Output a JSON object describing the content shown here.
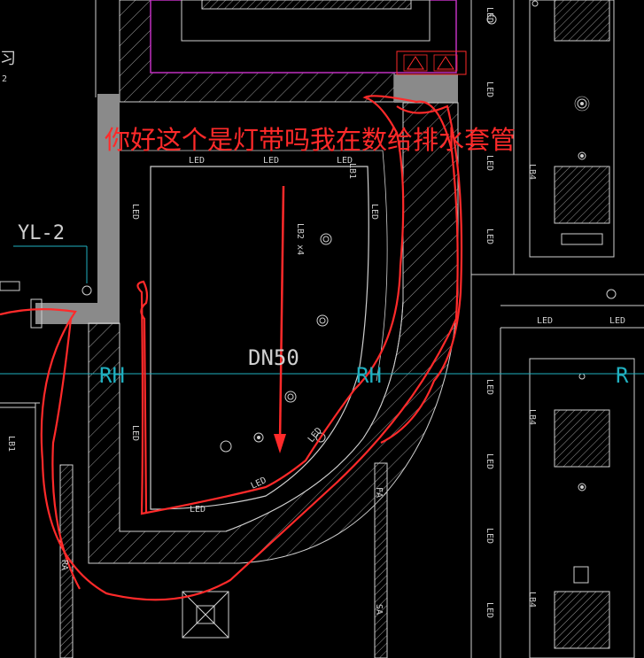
{
  "colors": {
    "background": "#000000",
    "line": "#cfcfcf",
    "wall_fill": "#8a8a8a",
    "magenta": "#c030c0",
    "axis_cyan": "#20b0c0",
    "annotation_red": "#ff2a2a"
  },
  "annotation": {
    "question": "你好这个是灯带吗我在数给排水套管"
  },
  "labels": {
    "pipe_tag": "YL-2",
    "pipe_size": "DN50",
    "axis_rh_left": "RH",
    "axis_rh_right": "RH",
    "axis_r_edge": "R",
    "led": "LED",
    "lb1": "LB1",
    "lb2x4": "LB2 x4",
    "lb4": "LB4",
    "fa": "FA",
    "sa": "SA",
    "ra": "RA",
    "edge_letter": "习",
    "edge_superscript": "2"
  },
  "icons": {
    "warning_symbols": [
      "warning-triangle-icon",
      "warning-triangle-icon"
    ]
  }
}
